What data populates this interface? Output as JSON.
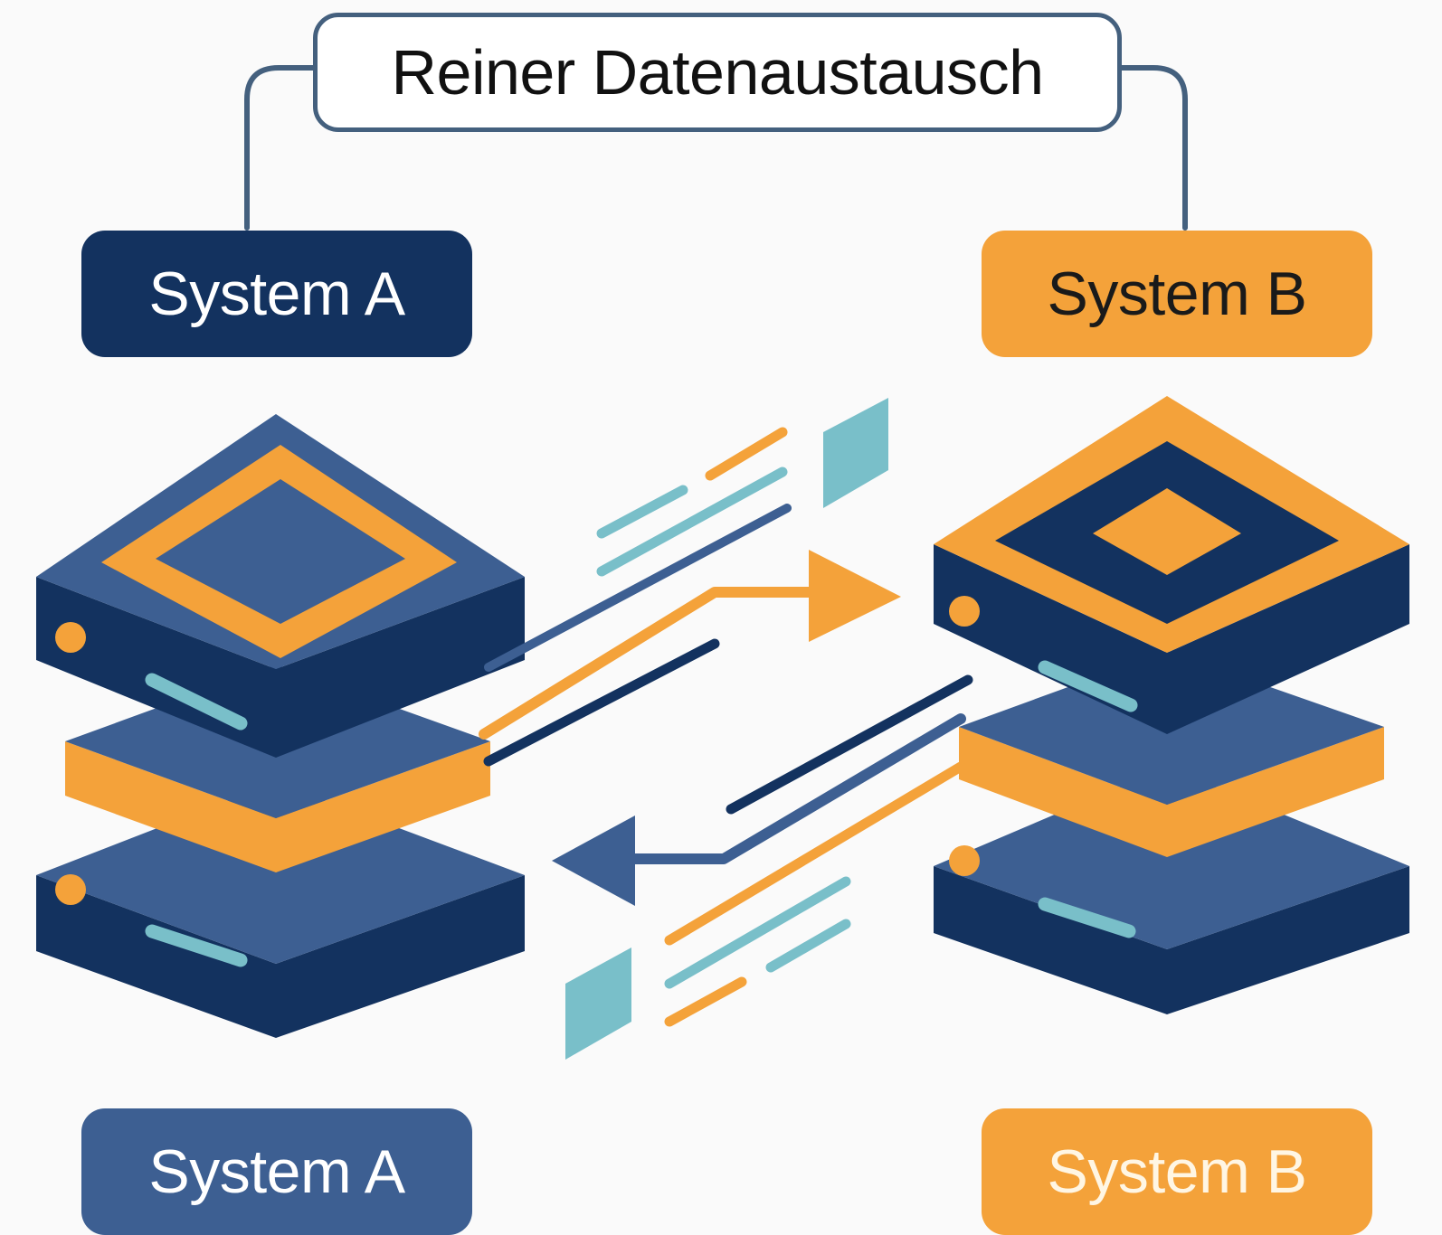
{
  "title": "Reiner Datenaustausch",
  "labels": {
    "system_a_top": "System A",
    "system_b_top": "System B",
    "system_a_bottom": "System A",
    "system_b_bottom": "System B"
  },
  "colors": {
    "navy": "#13325f",
    "blue": "#3d5f92",
    "orange": "#f4a23a",
    "teal": "#79bfc9",
    "connector": "#44607e"
  },
  "icons": [
    "server-stack-icon",
    "data-packet-icon",
    "arrow-right-icon",
    "arrow-left-icon"
  ]
}
